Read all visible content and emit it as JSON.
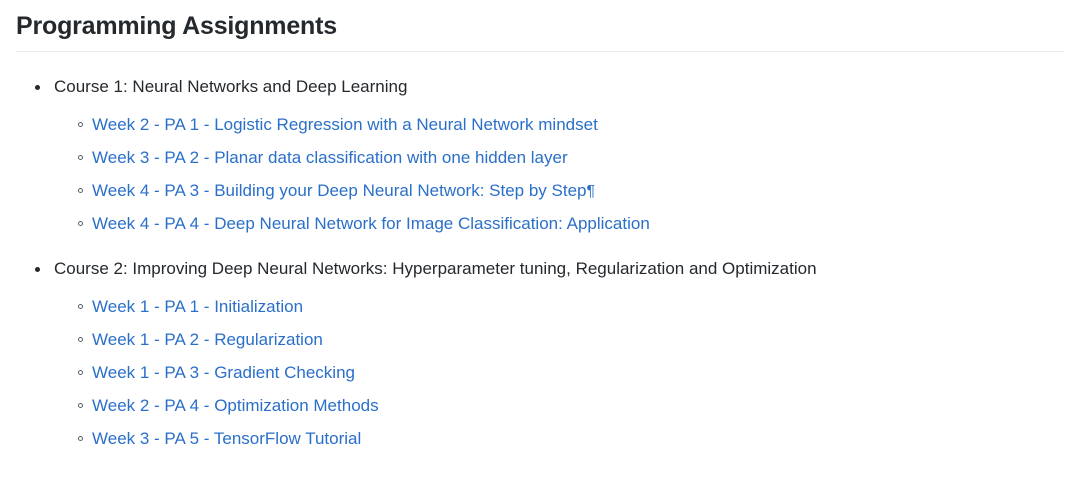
{
  "page": {
    "title": "Programming Assignments",
    "background_color": "#ffffff",
    "heading_color": "#24292e",
    "rule_color": "#eaecef",
    "link_color": "#2a6fc9",
    "text_color": "#24292e"
  },
  "courses": [
    {
      "label": "Course 1: Neural Networks and Deep Learning",
      "assignments": [
        {
          "label": "Week 2 - PA 1 - Logistic Regression with a Neural Network mindset",
          "anchor_mark": ""
        },
        {
          "label": "Week 3 - PA 2 - Planar data classification with one hidden layer",
          "anchor_mark": ""
        },
        {
          "label": "Week 4 - PA 3 - Building your Deep Neural Network: Step by Step",
          "anchor_mark": "¶"
        },
        {
          "label": "Week 4 - PA 4 - Deep Neural Network for Image Classification: Application",
          "anchor_mark": ""
        }
      ]
    },
    {
      "label": "Course 2: Improving Deep Neural Networks: Hyperparameter tuning, Regularization and Optimization",
      "assignments": [
        {
          "label": "Week 1 - PA 1 - Initialization",
          "anchor_mark": ""
        },
        {
          "label": "Week 1 - PA 2 - Regularization",
          "anchor_mark": ""
        },
        {
          "label": "Week 1 - PA 3 - Gradient Checking",
          "anchor_mark": ""
        },
        {
          "label": "Week 2 - PA 4 - Optimization Methods",
          "anchor_mark": ""
        },
        {
          "label": "Week 3 - PA 5 - TensorFlow Tutorial",
          "anchor_mark": ""
        }
      ]
    }
  ]
}
